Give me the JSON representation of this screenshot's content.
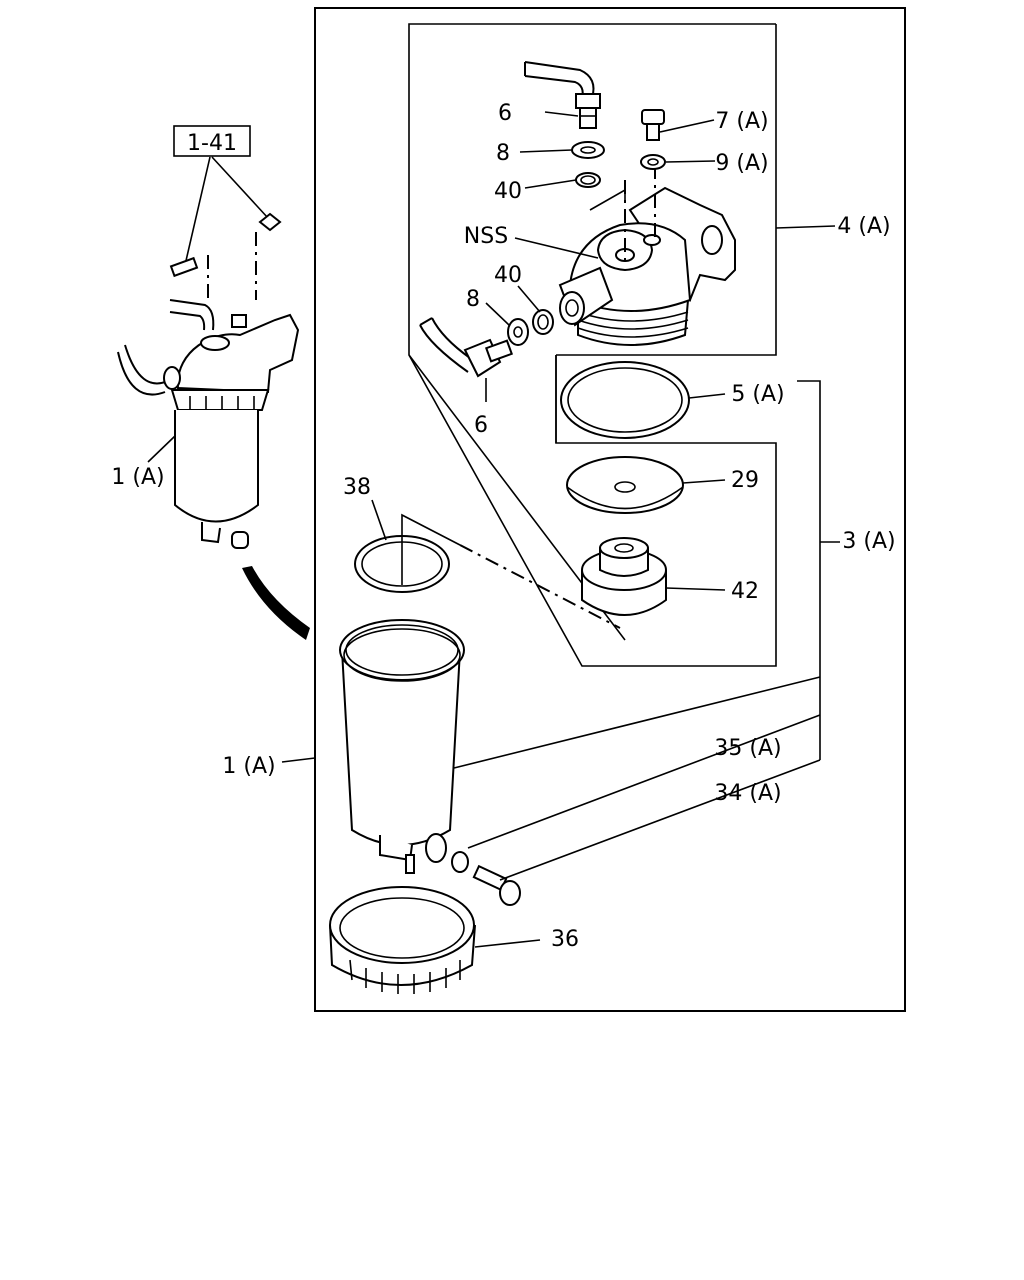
{
  "reference_box": "1-41",
  "labels": {
    "l6a": "6",
    "l8a": "8",
    "l40a": "40",
    "lnss": "NSS",
    "l40b": "40",
    "l8b": "8",
    "l6b": "6",
    "l7a": "7 (A)",
    "l9a": "9 (A)",
    "l4a": "4 (A)",
    "l5a": "5 (A)",
    "l29": "29",
    "l3a": "3 (A)",
    "l42": "42",
    "l38": "38",
    "l1a_left": "1 (A)",
    "l1a_main": "1 (A)",
    "l35a": "35 (A)",
    "l34a": "34 (A)",
    "l36": "36"
  }
}
